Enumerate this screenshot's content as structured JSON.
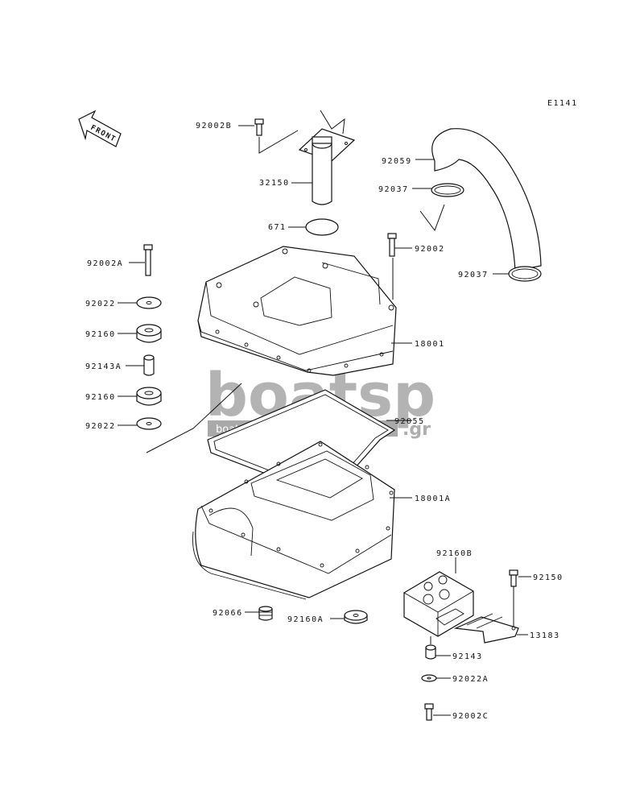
{
  "diagram_code": "E1141",
  "front_label": "FRONT",
  "watermark": {
    "brand": "boatsp",
    "tld": ".gr",
    "tagline": "boat spare parts"
  },
  "parts": {
    "p92002B": "92002B",
    "p32150": "32150",
    "p671": "671",
    "p92059": "92059",
    "p92037_top": "92037",
    "p92002": "92002",
    "p92037_bot": "92037",
    "p92002A": "92002A",
    "p92022_top": "92022",
    "p92160_top": "92160",
    "p92143A": "92143A",
    "p92160_mid": "92160",
    "p92022_mid": "92022",
    "p18001": "18001",
    "p92055": "92055",
    "p18001A": "18001A",
    "p92160B": "92160B",
    "p92150": "92150",
    "p13183": "13183",
    "p92066": "92066",
    "p92160A": "92160A",
    "p92143": "92143",
    "p92022A": "92022A",
    "p92002C": "92002C"
  }
}
